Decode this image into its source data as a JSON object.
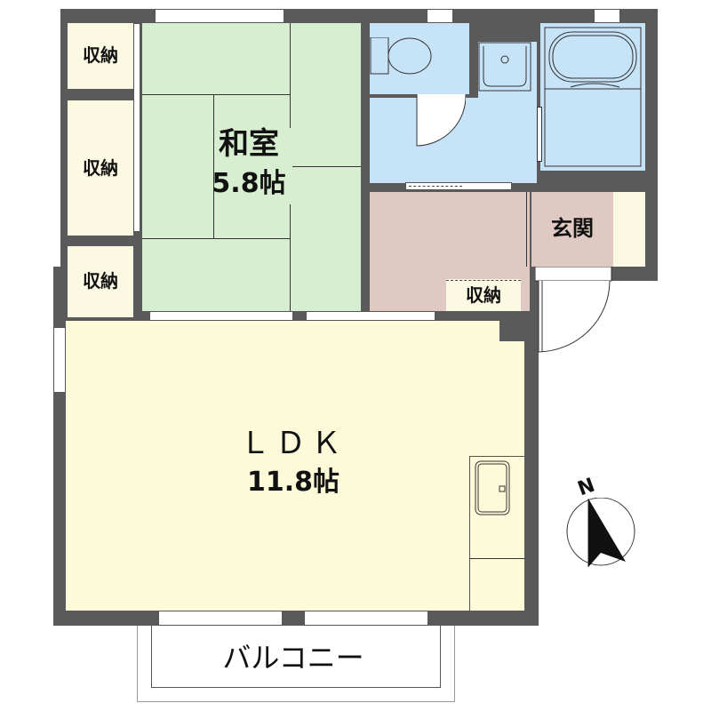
{
  "floorplan": {
    "rooms": {
      "washitsu": {
        "name": "和室",
        "size": "5.8帖"
      },
      "ldk": {
        "name": "ＬＤＫ",
        "size": "11.8帖"
      },
      "genkan": {
        "name": "玄関"
      },
      "storage_1": {
        "name": "収納"
      },
      "storage_2": {
        "name": "収納"
      },
      "storage_3": {
        "name": "収納"
      },
      "storage_4": {
        "name": "収納"
      },
      "balcony": {
        "name": "バルコニー"
      }
    },
    "compass": {
      "label": "N"
    },
    "colors": {
      "wall": "#5a5a5a",
      "tatami": "#d8eed0",
      "storage": "#fcf9e3",
      "wet_area": "#c6e3f7",
      "hallway": "#dfc9c2",
      "ldk": "#fcfad8"
    }
  }
}
